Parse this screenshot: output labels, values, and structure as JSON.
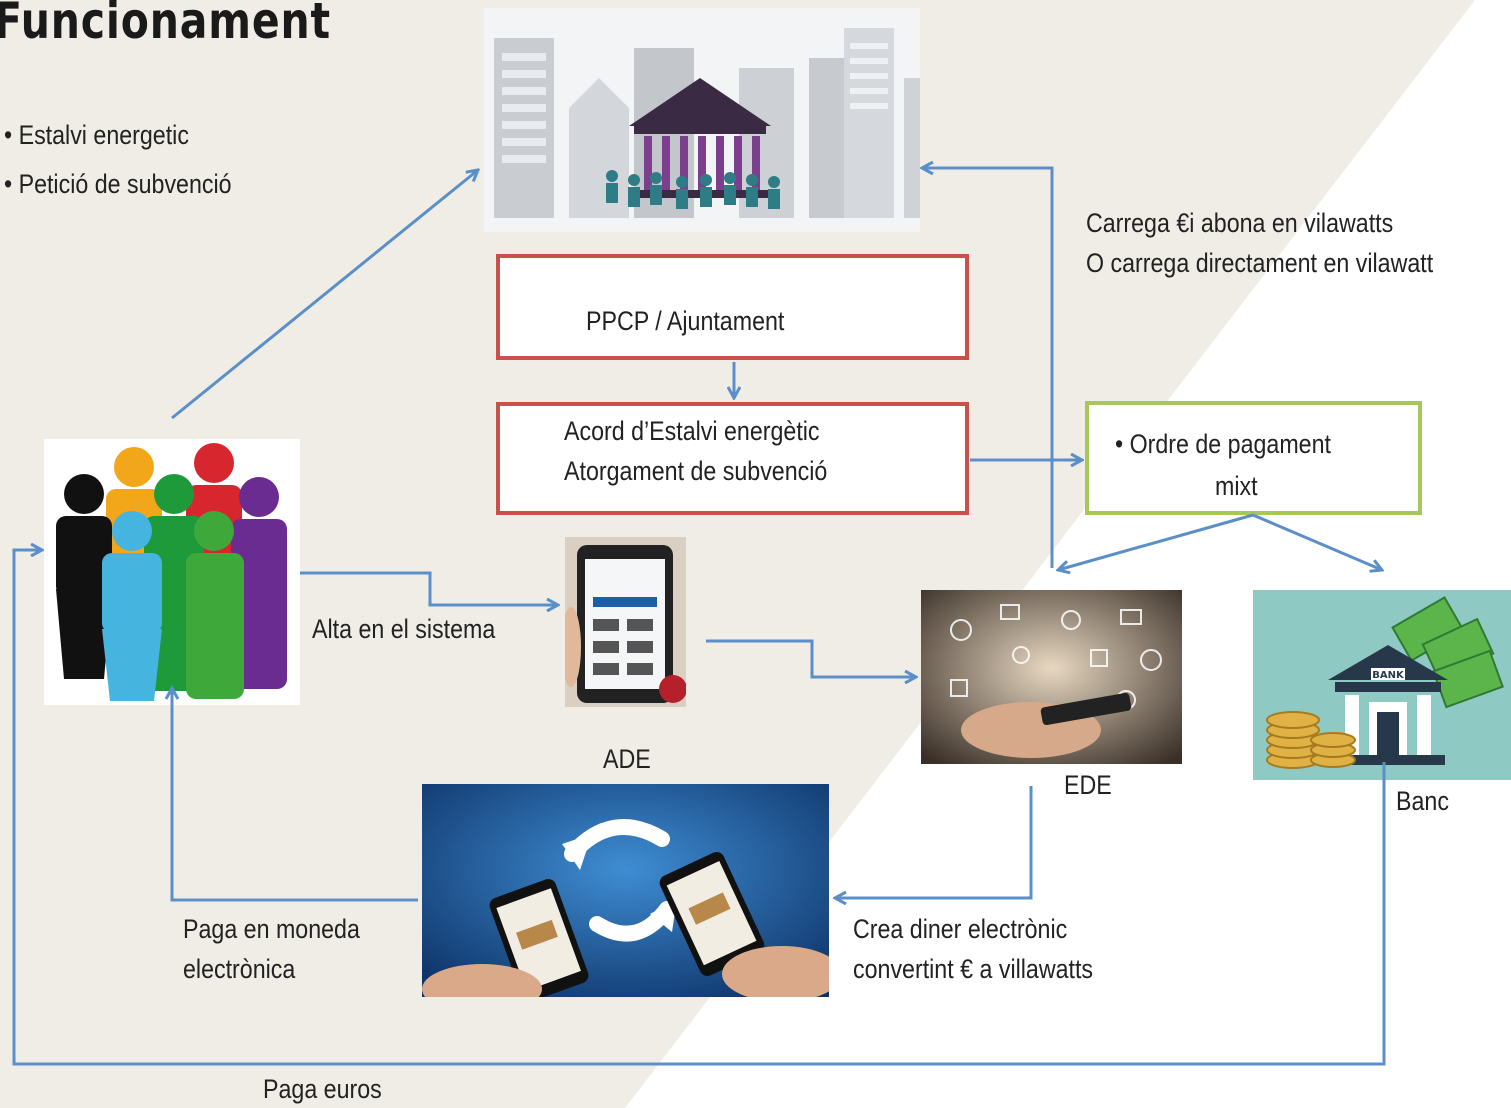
{
  "title": "Funcionament",
  "bullets": [
    "• Estalvi energetic",
    "• Petició de subvenció"
  ],
  "boxes": {
    "ppcp": "PPCP / Ajuntament",
    "acord_line1": "Acord d’Estalvi energètic",
    "acord_line2": "Atorgament de subvenció",
    "ordre_line1": "• Ordre de pagament",
    "ordre_line2": "mixt"
  },
  "labels": {
    "carrega_line1": "Carrega €i abona en vilawatts",
    "carrega_line2": "O carrega directament en vilawatt",
    "alta": "Alta en el sistema",
    "ade": "ADE",
    "ede": "EDE",
    "banc": "Banc",
    "paga_moneda_line1": "Paga en moneda",
    "paga_moneda_line2": "electrònica",
    "crea_line1": "Crea diner electrònic",
    "crea_line2": "convertint € a villawatts",
    "paga_euros": "Paga euros"
  },
  "bank_sign": "BANK",
  "colors": {
    "arrow": "#5b8fc9",
    "box_red": "#c9504b",
    "box_green": "#a6c85a",
    "background_tint": "#f0ede6"
  }
}
